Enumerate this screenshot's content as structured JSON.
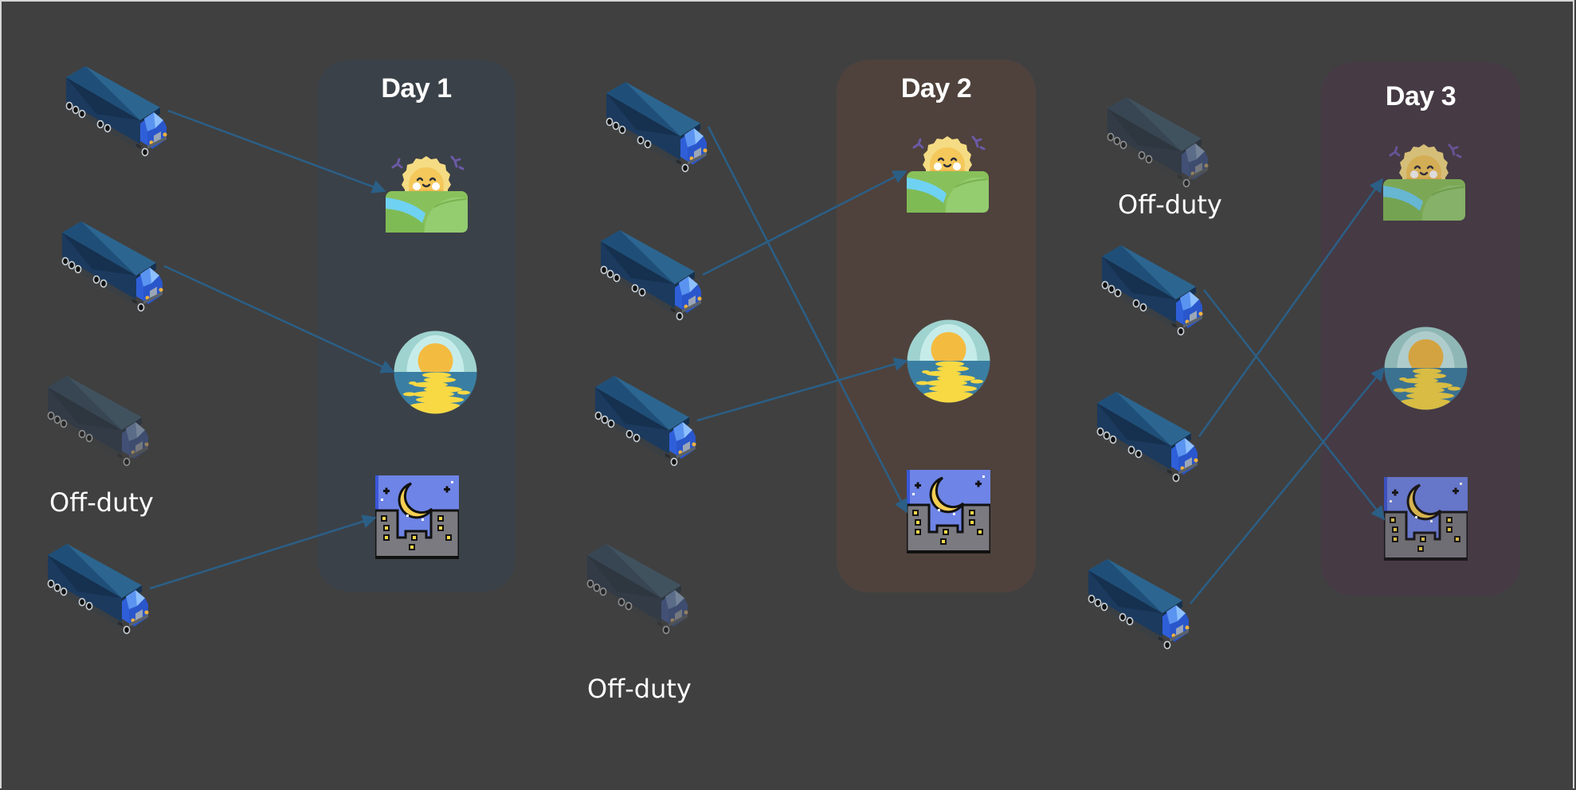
{
  "diagram": {
    "colors": {
      "background": "#404040",
      "arrow": "#2b5f86",
      "day1_panel": "#3b4148",
      "day2_panel": "#4f423c",
      "day3_panel": "#463a44"
    },
    "days": [
      {
        "id": "day1",
        "title": "Day 1",
        "slots": [
          {
            "shift": "day",
            "icon": "sun-field-icon"
          },
          {
            "shift": "evening",
            "icon": "sunset-icon"
          },
          {
            "shift": "night",
            "icon": "night-city-icon"
          }
        ]
      },
      {
        "id": "day2",
        "title": "Day 2",
        "slots": [
          {
            "shift": "day",
            "icon": "sun-field-icon"
          },
          {
            "shift": "evening",
            "icon": "sunset-icon"
          },
          {
            "shift": "night",
            "icon": "night-city-icon"
          }
        ]
      },
      {
        "id": "day3",
        "title": "Day 3",
        "slots": [
          {
            "shift": "day",
            "icon": "sun-field-icon"
          },
          {
            "shift": "evening",
            "icon": "sunset-icon"
          },
          {
            "shift": "night",
            "icon": "night-city-icon"
          }
        ]
      }
    ],
    "truck_groups": [
      {
        "target_day": "day1",
        "trucks": [
          {
            "status": "on-duty",
            "assigned_shift": "day"
          },
          {
            "status": "on-duty",
            "assigned_shift": "evening"
          },
          {
            "status": "off-duty",
            "label": "Off-duty"
          },
          {
            "status": "on-duty",
            "assigned_shift": "night"
          }
        ]
      },
      {
        "target_day": "day2",
        "trucks": [
          {
            "status": "on-duty",
            "assigned_shift": "night"
          },
          {
            "status": "on-duty",
            "assigned_shift": "day"
          },
          {
            "status": "on-duty",
            "assigned_shift": "evening"
          },
          {
            "status": "off-duty",
            "label": "Off-duty"
          }
        ]
      },
      {
        "target_day": "day3",
        "trucks": [
          {
            "status": "off-duty",
            "label": "Off-duty"
          },
          {
            "status": "on-duty",
            "assigned_shift": "night"
          },
          {
            "status": "on-duty",
            "assigned_shift": "day"
          },
          {
            "status": "on-duty",
            "assigned_shift": "evening"
          }
        ]
      }
    ]
  }
}
